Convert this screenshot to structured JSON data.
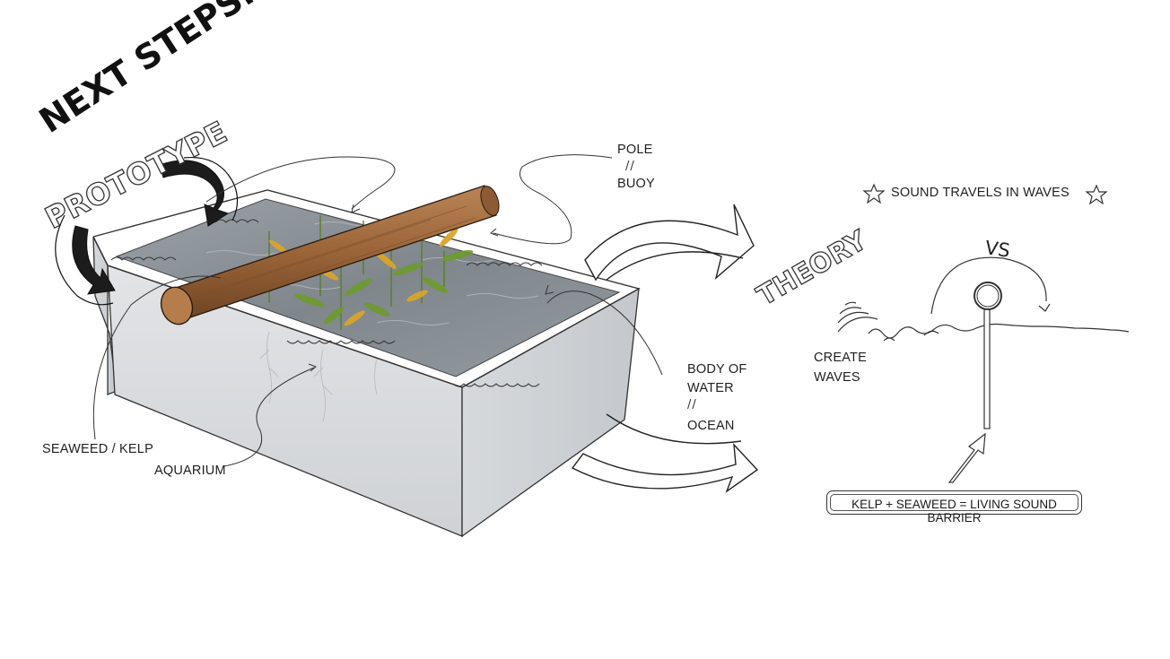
{
  "headings": {
    "next_steps": "NEXT STEPS...",
    "prototype": "PROTOTYPE",
    "theory": "THEORY"
  },
  "labels": {
    "pole": "POLE",
    "pole_buoy_separator": "//",
    "buoy": "BUOY",
    "sound_travels": "SOUND TRAVELS IN WAVES",
    "vs": "VS",
    "create_waves_line1": "CREATE",
    "create_waves_line2": "WAVES",
    "body_of_water_line1": "BODY OF",
    "body_of_water_line2": "WATER",
    "water_ocean_separator": "//",
    "ocean": "OCEAN",
    "seaweed_kelp": "SEAWEED / KELP",
    "aquarium": "AQUARIUM",
    "barrier": "KELP + SEAWEED = LIVING SOUND BARRIER"
  },
  "colors": {
    "ink": "#1a1a1a",
    "water": "#8d9398",
    "glass": "#d4d7da",
    "log": "#9a6438",
    "kelp_green": "#6e9a2e",
    "kelp_yellow": "#d8a52a"
  }
}
